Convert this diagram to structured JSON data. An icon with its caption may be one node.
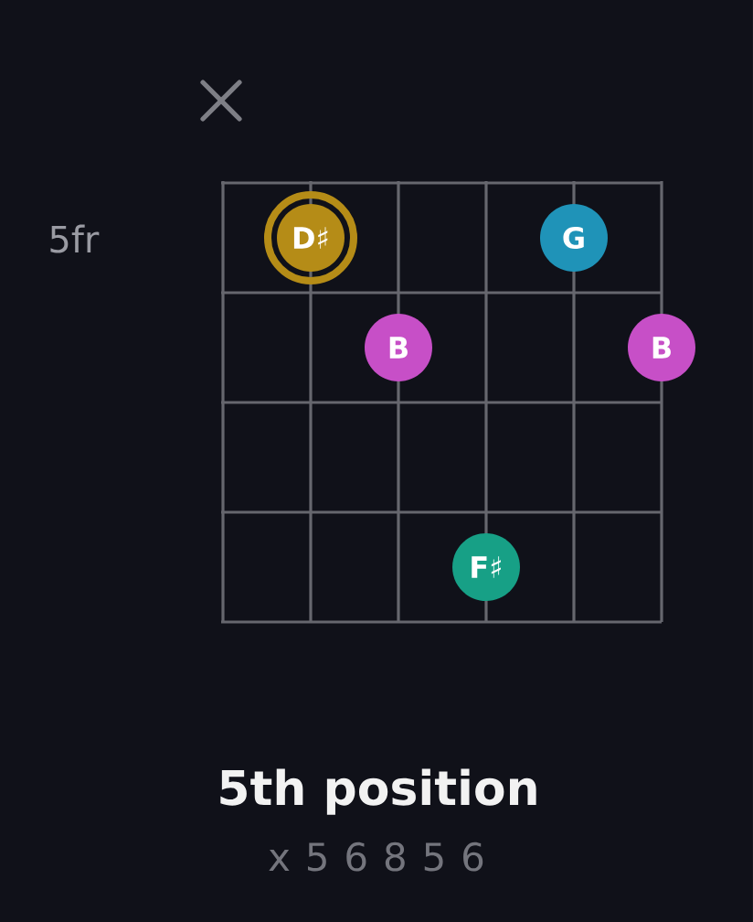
{
  "diagram": {
    "title": "5th position",
    "nodes": [
      {
        "text": [
          "D♯"
        ]
      },
      {
        "text": [
          "G"
        ]
      },
      {
        "text": [
          "B"
        ]
      },
      {
        "text": [
          "B"
        ]
      },
      {
        "text": [
          "F♯"
        ]
      }
    ],
    "labels": [
      "5fr",
      "x 5 6 8 5 6"
    ]
  }
}
